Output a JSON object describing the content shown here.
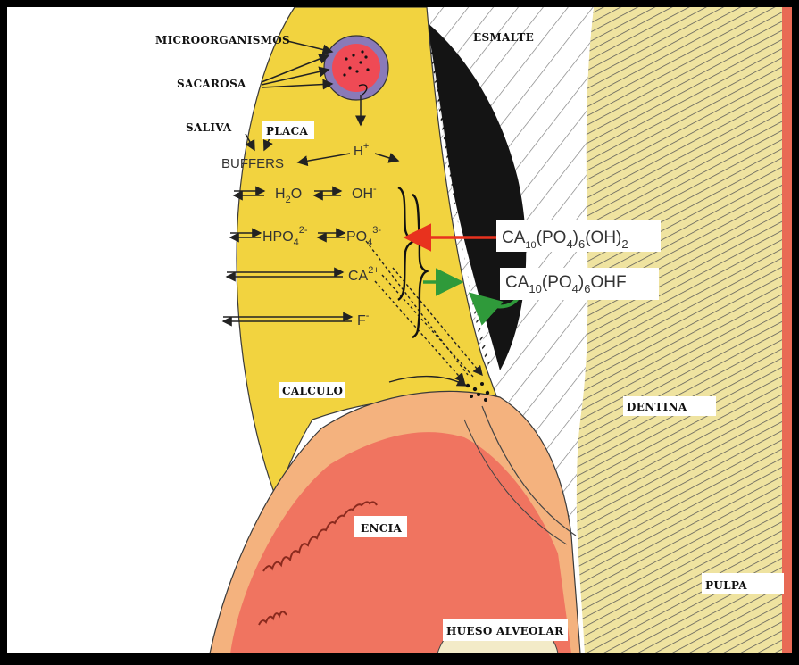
{
  "diagram": {
    "labels": {
      "microorganismos": "MICROORGANISMOS",
      "sacarosa": "SACAROSA",
      "saliva": "SALIVA",
      "placa": "PLACA",
      "esmalte": "ESMALTE",
      "calculo": "CALCULO",
      "dentina": "DENTINA",
      "encia": "ENCIA",
      "pulpa": "PULPA",
      "hueso_alveolar": "HUESO ALVEOLAR"
    },
    "chemistry": {
      "buffers": "BUFFERS",
      "h_plus": "H",
      "h_plus_sup": "+",
      "h2o_h": "H",
      "h2o_sub": "2",
      "h2o_o": "O",
      "oh": "OH",
      "oh_sup": "-",
      "hpo4": "HPO",
      "hpo4_sub": "4",
      "hpo4_sup": "2-",
      "po4": "PO",
      "po4_sub": "4",
      "po4_sup": "3-",
      "ca": "CA",
      "ca_sup": "2+",
      "f": "F",
      "f_sup": "-",
      "hydroxyapatite": {
        "ca": "CA",
        "n10": "10",
        "po4": "(PO",
        "s4": "4",
        "close": ")",
        "n6": "6",
        "oh": "(OH)",
        "n2": "2"
      },
      "fluorapatite": {
        "ca": "CA",
        "n10": "10",
        "po4": "(PO",
        "s4": "4",
        "close": ")",
        "n6": "6",
        "ohf": "OHF"
      }
    },
    "colors": {
      "plaque": "#f2d33f",
      "gingiva": "#f07460",
      "gingiva_light": "#f4b27e",
      "enamel_dark": "#121212",
      "dentin": "#ecdf9a",
      "pulp": "#e86a55",
      "arrow_red": "#e8321e",
      "arrow_green": "#2f9a3a"
    }
  }
}
